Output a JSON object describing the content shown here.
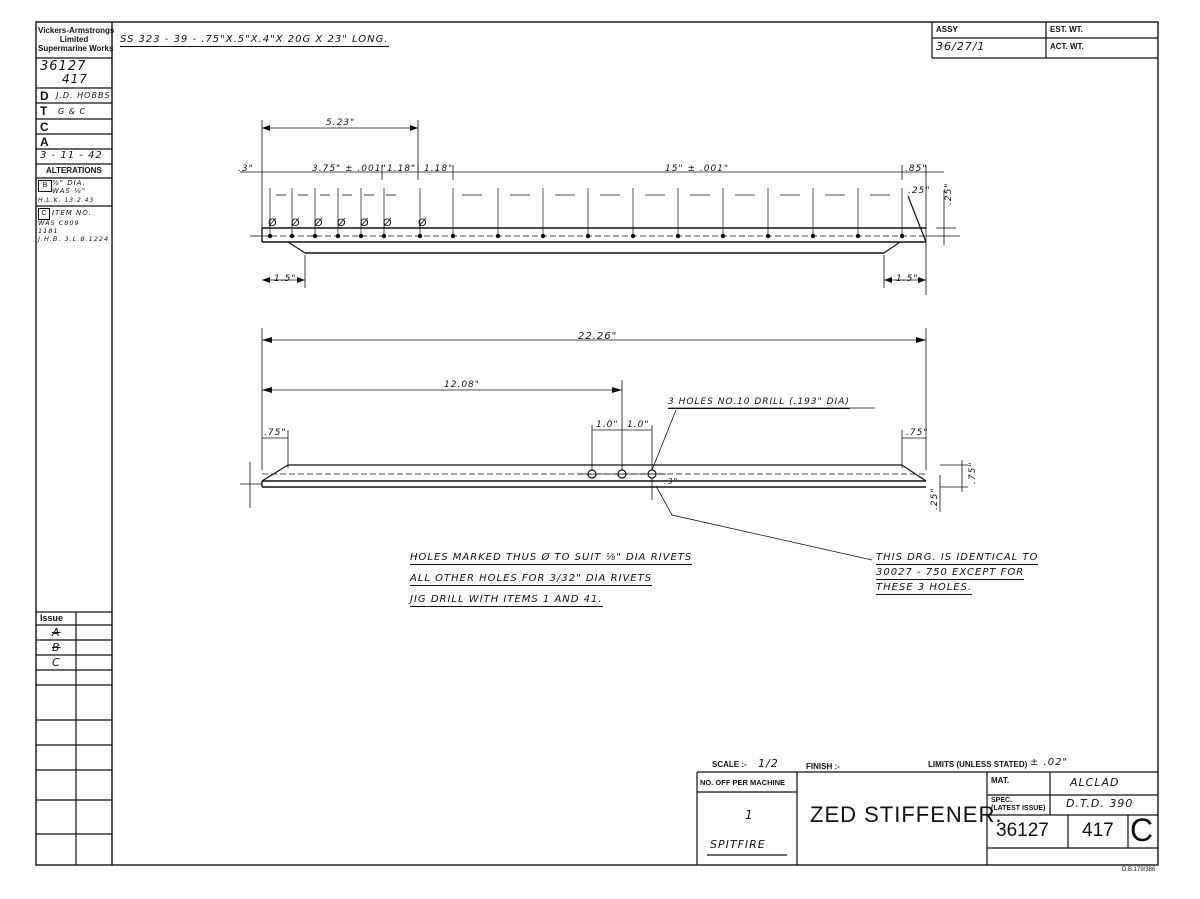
{
  "left_column": {
    "company_line1": "Vickers-Armstrongs",
    "company_line2": "Limited",
    "company_line3": "Supermarine Works",
    "drawing_no_top": "36127",
    "drawing_no_bottom": "417",
    "rows": [
      {
        "letter": "D",
        "value": "J.D. HOBBS"
      },
      {
        "letter": "T",
        "value": "G & C"
      },
      {
        "letter": "C",
        "value": ""
      },
      {
        "letter": "A",
        "value": ""
      }
    ],
    "date": "3 - 11 - 42",
    "alterations_label": "Alterations",
    "alt1_lines": [
      "⅜\" DIA.",
      "WAS ⅛\"",
      "H.L.K. 13.2.43"
    ],
    "alt1_letter": "B",
    "alt2_letter": "C",
    "alt2_lines": [
      "ITEM NO.",
      "WAS C809",
      "1181",
      "J.H.B. 3.L.8.1224"
    ],
    "issue_label": "Issue",
    "issues": [
      "A",
      "B",
      "C"
    ]
  },
  "header": {
    "material_spec": "SS 323 - 39 - .75\"X.5\"X.4\"X 20G X 23\" LONG.",
    "assy_label": "Assy",
    "assy_value": "36/27/1",
    "est_wt_label": "Est. Wt.",
    "act_wt_label": "Act. Wt."
  },
  "top_view": {
    "dim_523": "5.23\"",
    "dim_3": ".3\"",
    "dim_375": "3.75\" ± .001\"",
    "dim_118a": "1.18\"",
    "dim_118b": "1.18\"",
    "dim_15": "15\" ± .001\"",
    "dim_85": ".85\"",
    "dim_25a": ".25\"",
    "dim_25b": ".25\"",
    "dim_15l": "1.5\"",
    "dim_15r": "1.5\"",
    "hole_mark": "Ø"
  },
  "overall": {
    "dim_2226": "22.26\""
  },
  "bottom_view": {
    "dim_1208": "12.08\"",
    "hole_note": "3 HOLES NO.10 DRILL (.193\" DIA)",
    "dim_10a": "1.0\"",
    "dim_10b": "1.0\"",
    "dim_75l": ".75\"",
    "dim_75r": ".75\"",
    "dim_75v": ".75\"",
    "dim_25v": ".25\"",
    "dim_3v": ".3\""
  },
  "notes": {
    "line1": "HOLES MARKED THUS Ø TO SUIT ⅛\" DIA RIVETS",
    "line2": "ALL OTHER HOLES FOR 3/32\" DIA RIVETS",
    "line3": "JIG DRILL WITH ITEMS 1 AND 41.",
    "identical1": "THIS DRG. IS IDENTICAL TO",
    "identical2": "30027 - 750  EXCEPT FOR",
    "identical3": "THESE 3 HOLES."
  },
  "title_block": {
    "scale_label": "Scale :-",
    "scale_value": "1/2",
    "finish_label": "Finish :-",
    "limits_label": "Limits (Unless Stated)",
    "limits_value": "± .02\"",
    "no_off_label": "No. Off Per Machine",
    "no_off_value": "1",
    "aircraft": "SPITFIRE",
    "title": "ZED  STIFFENER.",
    "mat_label": "Mat.",
    "mat_value": "ALCLAD",
    "spec_label1": "Spec.",
    "spec_label2": "(Latest Issue)",
    "spec_value": "D.T.D. 390",
    "drawing_no": "36127",
    "sheet_no": "417",
    "issue_letter": "C",
    "corner_code": "D.B.179/386"
  }
}
